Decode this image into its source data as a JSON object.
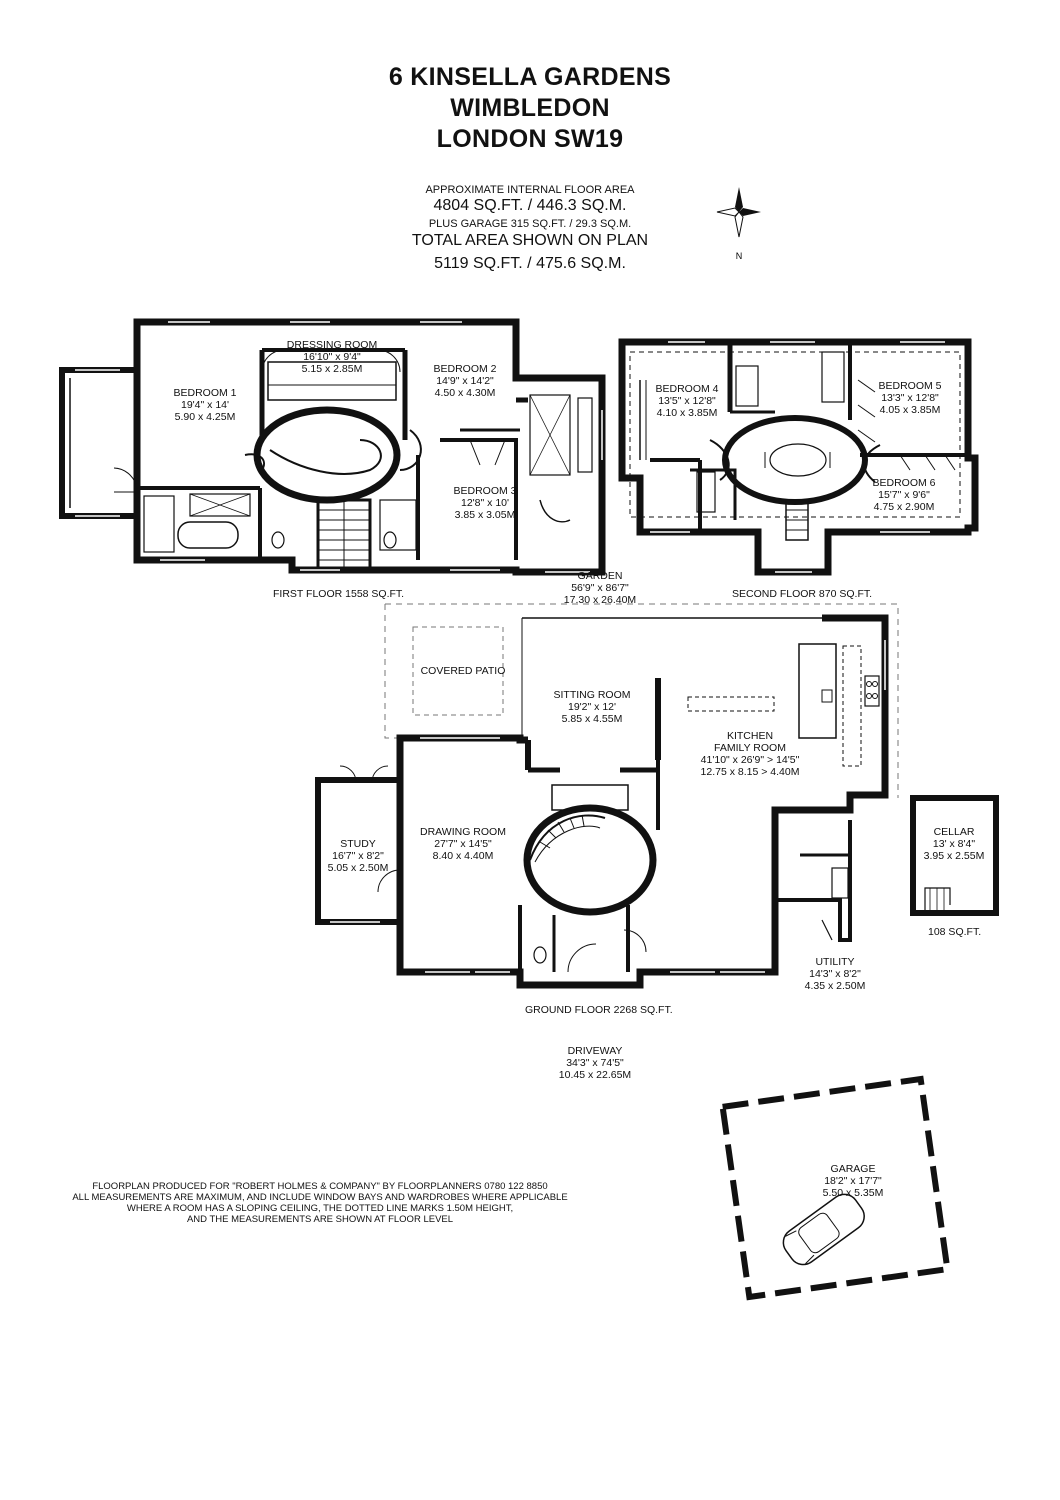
{
  "title": {
    "line1": "6 KINSELLA GARDENS",
    "line2": "WIMBLEDON",
    "line3": "LONDON SW19"
  },
  "area": {
    "approx_label": "APPROXIMATE INTERNAL FLOOR AREA",
    "internal": "4804 SQ.FT. / 446.3 SQ.M.",
    "garage": "PLUS GARAGE 315 SQ.FT. / 29.3 SQ.M.",
    "total_label": "TOTAL AREA SHOWN ON PLAN",
    "total": "5119 SQ.FT. / 475.6 SQ.M."
  },
  "compass": {
    "icon": "north-arrow-icon",
    "north_letter": "N"
  },
  "floors": {
    "first": "FIRST FLOOR 1558 SQ.FT.",
    "second": "SECOND FLOOR 870 SQ.FT.",
    "ground": "GROUND FLOOR 2268 SQ.FT.",
    "cellar": "108 SQ.FT."
  },
  "rooms": {
    "bedroom1": {
      "name": "BEDROOM 1",
      "imperial": "19'4\" x 14'",
      "metric": "5.90 x 4.25M"
    },
    "dressing": {
      "name": "DRESSING ROOM",
      "imperial": "16'10\" x 9'4\"",
      "metric": "5.15 x 2.85M"
    },
    "bedroom2": {
      "name": "BEDROOM 2",
      "imperial": "14'9\" x 14'2\"",
      "metric": "4.50 x 4.30M"
    },
    "bedroom3": {
      "name": "BEDROOM 3",
      "imperial": "12'8\" x 10'",
      "metric": "3.85 x 3.05M"
    },
    "bedroom4": {
      "name": "BEDROOM 4",
      "imperial": "13'5\" x 12'8\"",
      "metric": "4.10 x 3.85M"
    },
    "bedroom5": {
      "name": "BEDROOM 5",
      "imperial": "13'3\" x 12'8\"",
      "metric": "4.05 x 3.85M"
    },
    "bedroom6": {
      "name": "BEDROOM 6",
      "imperial": "15'7\" x 9'6\"",
      "metric": "4.75 x 2.90M"
    },
    "garden": {
      "name": "GARDEN",
      "imperial": "56'9\" x 86'7\"",
      "metric": "17.30 x 26.40M"
    },
    "covered_patio": {
      "name": "COVERED PATIO"
    },
    "sitting": {
      "name": "SITTING ROOM",
      "imperial": "19'2\" x 12'",
      "metric": "5.85 x 4.55M"
    },
    "kitchen": {
      "name": "KITCHEN",
      "name2": "FAMILY ROOM",
      "imperial": "41'10\" x 26'9\" > 14'5\"",
      "metric": "12.75 x 8.15 > 4.40M"
    },
    "study": {
      "name": "STUDY",
      "imperial": "16'7\" x 8'2\"",
      "metric": "5.05 x 2.50M"
    },
    "drawing": {
      "name": "DRAWING ROOM",
      "imperial": "27'7\" x 14'5\"",
      "metric": "8.40 x 4.40M"
    },
    "cellar": {
      "name": "CELLAR",
      "imperial": "13' x 8'4\"",
      "metric": "3.95 x 2.55M"
    },
    "utility": {
      "name": "UTILITY",
      "imperial": "14'3\" x 8'2\"",
      "metric": "4.35 x 2.50M"
    },
    "driveway": {
      "name": "DRIVEWAY",
      "imperial": "34'3\" x 74'5\"",
      "metric": "10.45 x 22.65M"
    },
    "garage": {
      "name": "GARAGE",
      "imperial": "18'2\" x 17'7\"",
      "metric": "5.50 x 5.35M"
    }
  },
  "disclaimer": {
    "line1": "FLOORPLAN PRODUCED FOR \"ROBERT HOLMES & COMPANY\" BY FLOORPLANNERS 0780 122 8850",
    "line2": "ALL MEASUREMENTS ARE MAXIMUM, AND INCLUDE WINDOW BAYS AND WARDROBES WHERE APPLICABLE",
    "line3": "WHERE A ROOM HAS A SLOPING CEILING, THE DOTTED LINE MARKS 1.50M HEIGHT,",
    "line4": "AND THE MEASUREMENTS ARE SHOWN AT FLOOR LEVEL"
  },
  "colors": {
    "wall": "#111111",
    "background": "#ffffff",
    "fixture": "#555555"
  }
}
